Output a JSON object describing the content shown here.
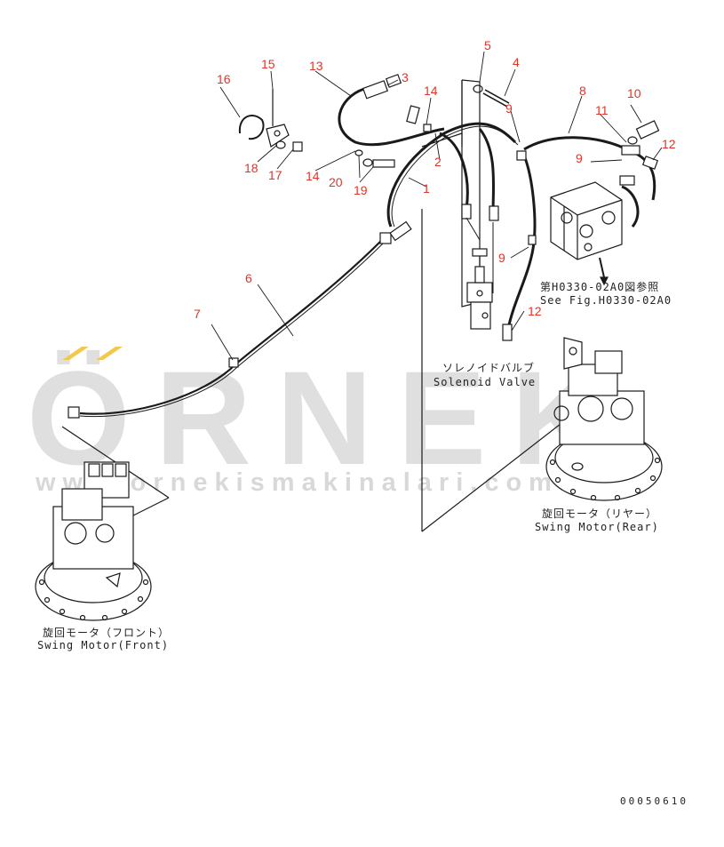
{
  "callouts": {
    "c1": "1",
    "c2": "2",
    "c3": "3",
    "c4": "4",
    "c5": "5",
    "c6": "6",
    "c7": "7",
    "c8": "8",
    "c9a": "9",
    "c9b": "9",
    "c9c": "9",
    "c10": "10",
    "c11": "11",
    "c12a": "12",
    "c12b": "12",
    "c13": "13",
    "c14a": "14",
    "c14b": "14",
    "c15": "15",
    "c16": "16",
    "c17": "17",
    "c18": "18",
    "c19": "19",
    "c20": "20"
  },
  "labels": {
    "ref_jp": "第H0330-02A0図参照",
    "ref_en": "See Fig.H0330-02A0",
    "solenoid_jp": "ソレノイドバルブ",
    "solenoid_en": "Solenoid Valve",
    "rear_jp": "旋回モータ（リヤー）",
    "rear_en": "Swing Motor(Rear)",
    "front_jp": "旋回モータ（フロント）",
    "front_en": "Swing Motor(Front)"
  },
  "drawing_code": "00050610",
  "watermark": {
    "brand": "ÖRNEK",
    "url": "www.ornekismakinalari.com.tr"
  },
  "colors": {
    "callout": "#e0342a",
    "line": "#1a1a1a",
    "watermark": "#d5d5d5",
    "watermark_accent": "#f2c94c"
  }
}
